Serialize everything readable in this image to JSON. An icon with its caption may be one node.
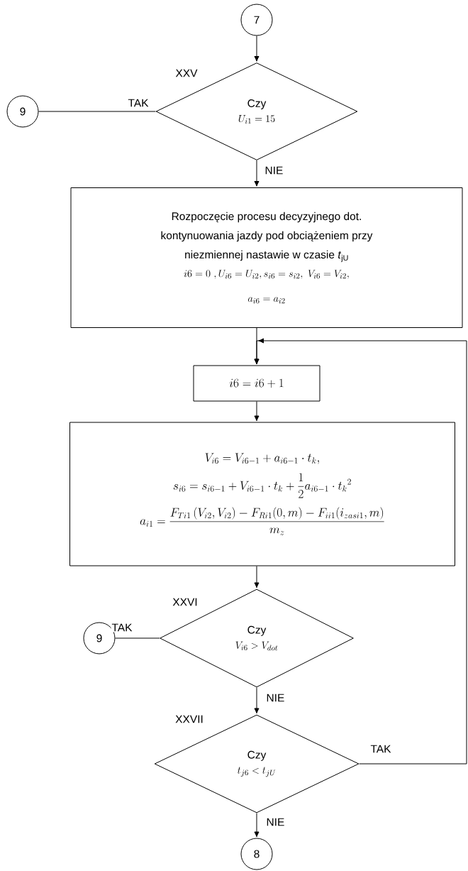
{
  "diagram": {
    "nodes": [
      {
        "text": [
          "7"
        ]
      },
      {
        "text": [
          "Czy",
          "U_{i1} = 15"
        ],
        "beside": [
          "XXV"
        ]
      },
      {
        "text": [
          "9"
        ]
      },
      {
        "text": [
          "Rozpoczęcie procesu decyzyjnego dot. kontynuowania jazdy pod obciążeniem przy niezmiennej nastawie w czasie *t*$_{jU}$",
          "i6 = 0\\ ,U_{i6} = U_{i2}, s_{i6} = s_{i2},\\ V_{i6} = V_{i2},",
          "a_{i6} = a_{i2}"
        ]
      },
      {
        "text": [
          "i6 = i6 + 1"
        ]
      },
      {
        "text": [
          "V_{i6} = V_{i6-1} + a_{i6-1}\\cdot t_k,",
          "s_{i6} = s_{i6-1} + V_{i6-1}\\cdot t_k + \\frac{1}{2}a_{i6-1}\\cdot {t_k}^2",
          "a_{i1} = \\frac{F_{Ti1}\\,(V_{i2},V_{i2}) - F_{Ri1}(0,m) - F_{ii1}(i_{zasi1},m)}{m_z}"
        ]
      },
      {
        "text": [
          "Czy",
          "V_{i6} > V_{dot}"
        ],
        "beside": [
          "XXVI"
        ]
      },
      {
        "text": [
          "9"
        ]
      },
      {
        "text": [
          "Czy",
          "t_{j6} < t_{jU}"
        ],
        "beside": [
          "XXVII"
        ]
      },
      {
        "text": [
          "8"
        ]
      }
    ],
    "edges": [
      {
        "from": 0,
        "to": 1,
        "arrow": "to"
      },
      {
        "from": 1,
        "to": 2,
        "arrow": "none",
        "label": "TAK"
      },
      {
        "from": 1,
        "to": 3,
        "arrow": "to",
        "label": "NIE"
      },
      {
        "from": 3,
        "to": 4,
        "arrow": "to"
      },
      {
        "from": 4,
        "to": 5,
        "arrow": "to"
      },
      {
        "from": 5,
        "to": 6,
        "arrow": "to"
      },
      {
        "from": 6,
        "to": 7,
        "arrow": "none",
        "label": "TAK"
      },
      {
        "from": 6,
        "to": 8,
        "arrow": "to",
        "label": "NIE"
      },
      {
        "from": 8,
        "to": 9,
        "arrow": "to",
        "label": "NIE"
      },
      {
        "from": 8,
        "to": 4,
        "arrow": "to",
        "label": "TAK"
      }
    ]
  }
}
